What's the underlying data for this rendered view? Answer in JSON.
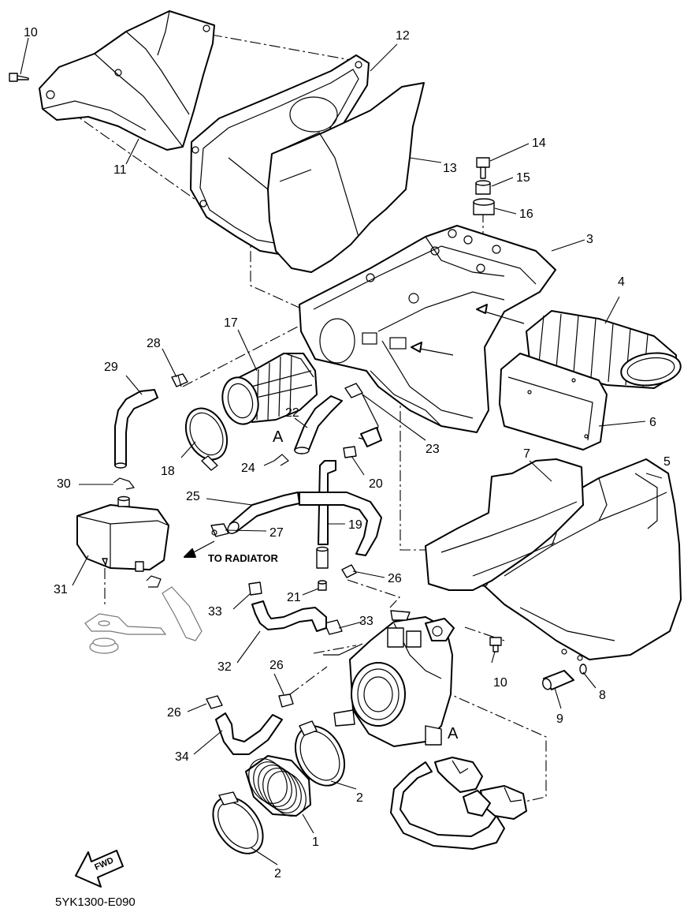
{
  "diagram": {
    "callouts": {
      "c1": "1",
      "c2a": "2",
      "c2b": "2",
      "c3": "3",
      "c4": "4",
      "c5": "5",
      "c6": "6",
      "c7": "7",
      "c8": "8",
      "c9": "9",
      "c10a": "10",
      "c10b": "10",
      "c11": "11",
      "c12": "12",
      "c13": "13",
      "c14": "14",
      "c15": "15",
      "c16": "16",
      "c17": "17",
      "c18": "18",
      "c19": "19",
      "c20": "20",
      "c21": "21",
      "c22": "22",
      "c23": "23",
      "c24": "24",
      "c25": "25",
      "c26a": "26",
      "c26b": "26",
      "c26c": "26",
      "c27": "27",
      "c28": "28",
      "c29": "29",
      "c30": "30",
      "c31": "31",
      "c32": "32",
      "c33a": "33",
      "c33b": "33",
      "c34": "34"
    },
    "reference_a_left": "A",
    "reference_a_right": "A",
    "note_to_radiator": "TO RADIATOR",
    "fwd_label": "FWD",
    "figure_code": "5YK1300-E090"
  }
}
